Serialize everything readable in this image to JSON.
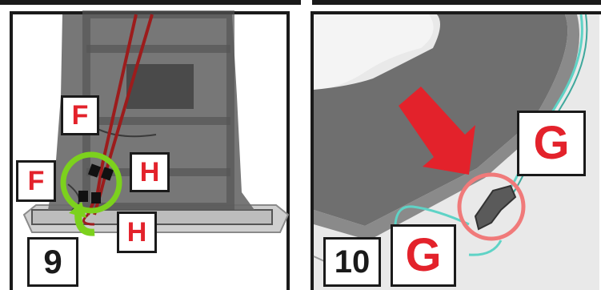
{
  "steps": {
    "left": "9",
    "right": "10"
  },
  "labels": {
    "f_top": "F",
    "f_left": "F",
    "h_right": "H",
    "h_bottom": "H",
    "g_top": "G",
    "g_bottom": "G"
  },
  "colors": {
    "label_red": "#e3222b",
    "arrow_red": "#e3222b",
    "highlight_green": "#7cd11d",
    "highlight_pink": "#f07a7a",
    "wire_teal": "#5fd3c6",
    "frame_black": "#1a1a1a"
  }
}
